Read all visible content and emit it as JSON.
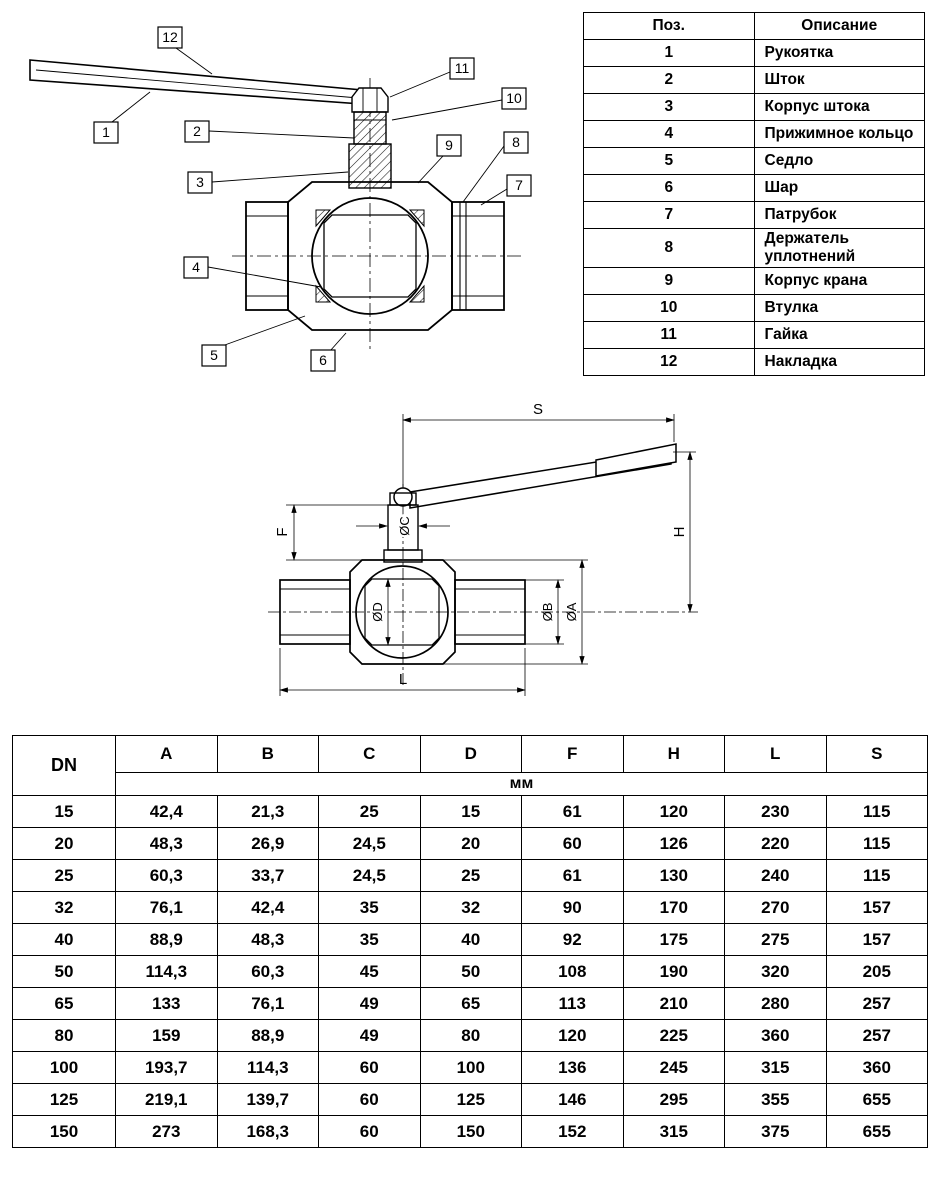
{
  "parts_table": {
    "headers": [
      "Поз.",
      "Описание"
    ],
    "rows": [
      [
        "1",
        "Рукоятка"
      ],
      [
        "2",
        "Шток"
      ],
      [
        "3",
        "Корпус штока"
      ],
      [
        "4",
        "Прижимное кольцо"
      ],
      [
        "5",
        "Седло"
      ],
      [
        "6",
        "Шар"
      ],
      [
        "7",
        "Патрубок"
      ],
      [
        "8",
        "Держатель уплотнений"
      ],
      [
        "9",
        "Корпус крана"
      ],
      [
        "10",
        "Втулка"
      ],
      [
        "11",
        "Гайка"
      ],
      [
        "12",
        "Накладка"
      ]
    ]
  },
  "parts_drawing": {
    "callouts": [
      "1",
      "2",
      "3",
      "4",
      "5",
      "6",
      "7",
      "8",
      "9",
      "10",
      "11",
      "12"
    ]
  },
  "dims_drawing": {
    "labels": {
      "S": "S",
      "H": "H",
      "F": "F",
      "C": "ØC",
      "D": "ØD",
      "B": "ØB",
      "A": "ØA",
      "L": "L"
    }
  },
  "dimensions_table": {
    "dn_header": "DN",
    "col_headers": [
      "A",
      "B",
      "C",
      "D",
      "F",
      "H",
      "L",
      "S"
    ],
    "unit": "мм",
    "rows": [
      [
        "15",
        "42,4",
        "21,3",
        "25",
        "15",
        "61",
        "120",
        "230",
        "115"
      ],
      [
        "20",
        "48,3",
        "26,9",
        "24,5",
        "20",
        "60",
        "126",
        "220",
        "115"
      ],
      [
        "25",
        "60,3",
        "33,7",
        "24,5",
        "25",
        "61",
        "130",
        "240",
        "115"
      ],
      [
        "32",
        "76,1",
        "42,4",
        "35",
        "32",
        "90",
        "170",
        "270",
        "157"
      ],
      [
        "40",
        "88,9",
        "48,3",
        "35",
        "40",
        "92",
        "175",
        "275",
        "157"
      ],
      [
        "50",
        "114,3",
        "60,3",
        "45",
        "50",
        "108",
        "190",
        "320",
        "205"
      ],
      [
        "65",
        "133",
        "76,1",
        "49",
        "65",
        "113",
        "210",
        "280",
        "257"
      ],
      [
        "80",
        "159",
        "88,9",
        "49",
        "80",
        "120",
        "225",
        "360",
        "257"
      ],
      [
        "100",
        "193,7",
        "114,3",
        "60",
        "100",
        "136",
        "245",
        "315",
        "360"
      ],
      [
        "125",
        "219,1",
        "139,7",
        "60",
        "125",
        "146",
        "295",
        "355",
        "655"
      ],
      [
        "150",
        "273",
        "168,3",
        "60",
        "150",
        "152",
        "315",
        "375",
        "655"
      ]
    ]
  }
}
